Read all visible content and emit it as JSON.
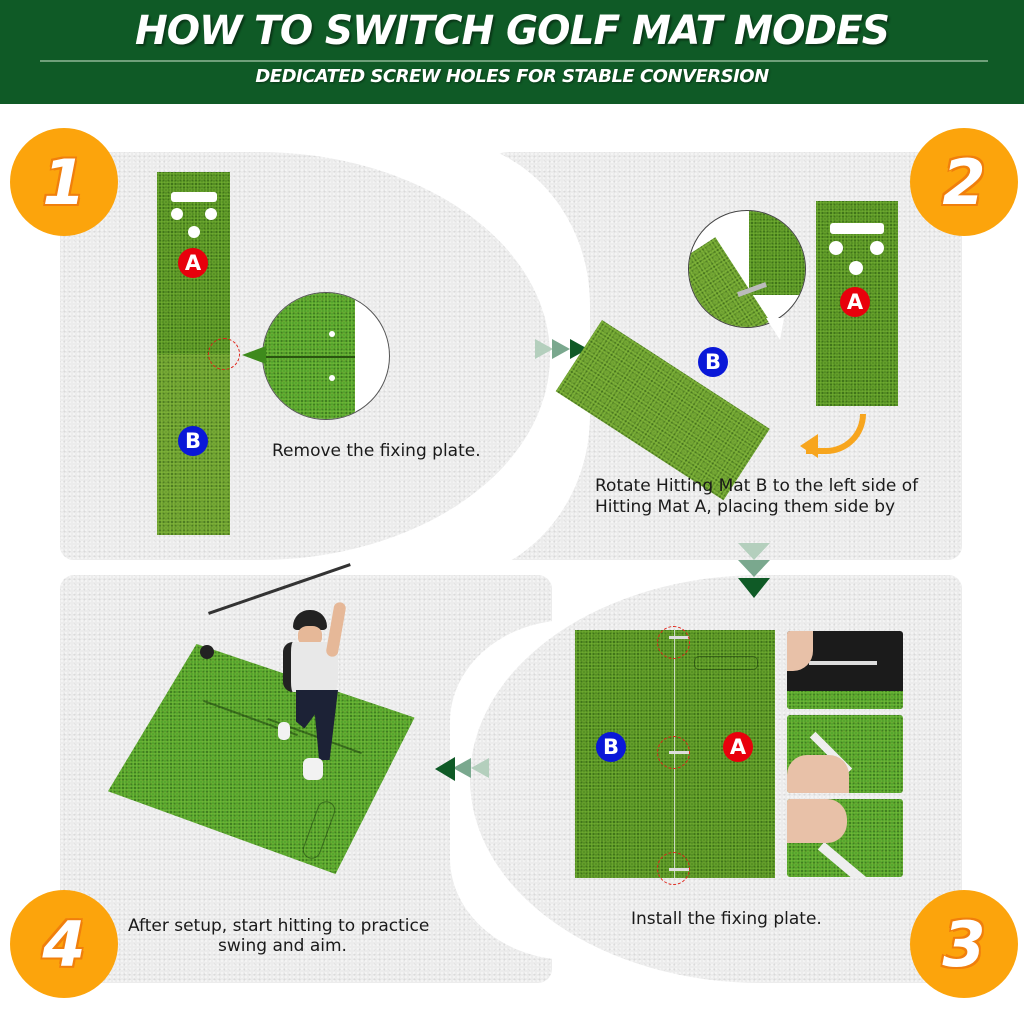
{
  "header": {
    "title": "HOW TO SWITCH GOLF MAT MODES",
    "subtitle": "DEDICATED SCREW HOLES FOR STABLE CONVERSION"
  },
  "colors": {
    "header_bg": "#0f5a26",
    "badge_orange": "#fca40c",
    "badge_outline": "#f07f0c",
    "label_a_red": "#e8000c",
    "label_b_blue": "#0a18d8",
    "arrow_dark_green": "#0f5a26",
    "arrow_mid_green": "#7aa88e",
    "arrow_light_green": "#b4cfbd",
    "curved_arrow_orange": "#f7a51d"
  },
  "steps": [
    {
      "number": "1",
      "caption": "Remove the fixing plate.",
      "labels": {
        "a": "A",
        "b": "B"
      }
    },
    {
      "number": "2",
      "caption_line1": "Rotate Hitting Mat B to the left side of",
      "caption_line2": "Hitting Mat A, placing them side by",
      "labels": {
        "a": "A",
        "b": "B"
      }
    },
    {
      "number": "3",
      "caption": "Install the fixing plate.",
      "labels": {
        "a": "A",
        "b": "B"
      }
    },
    {
      "number": "4",
      "caption_line1": "After setup, start hitting to practice",
      "caption_line2": "swing and aim."
    }
  ]
}
